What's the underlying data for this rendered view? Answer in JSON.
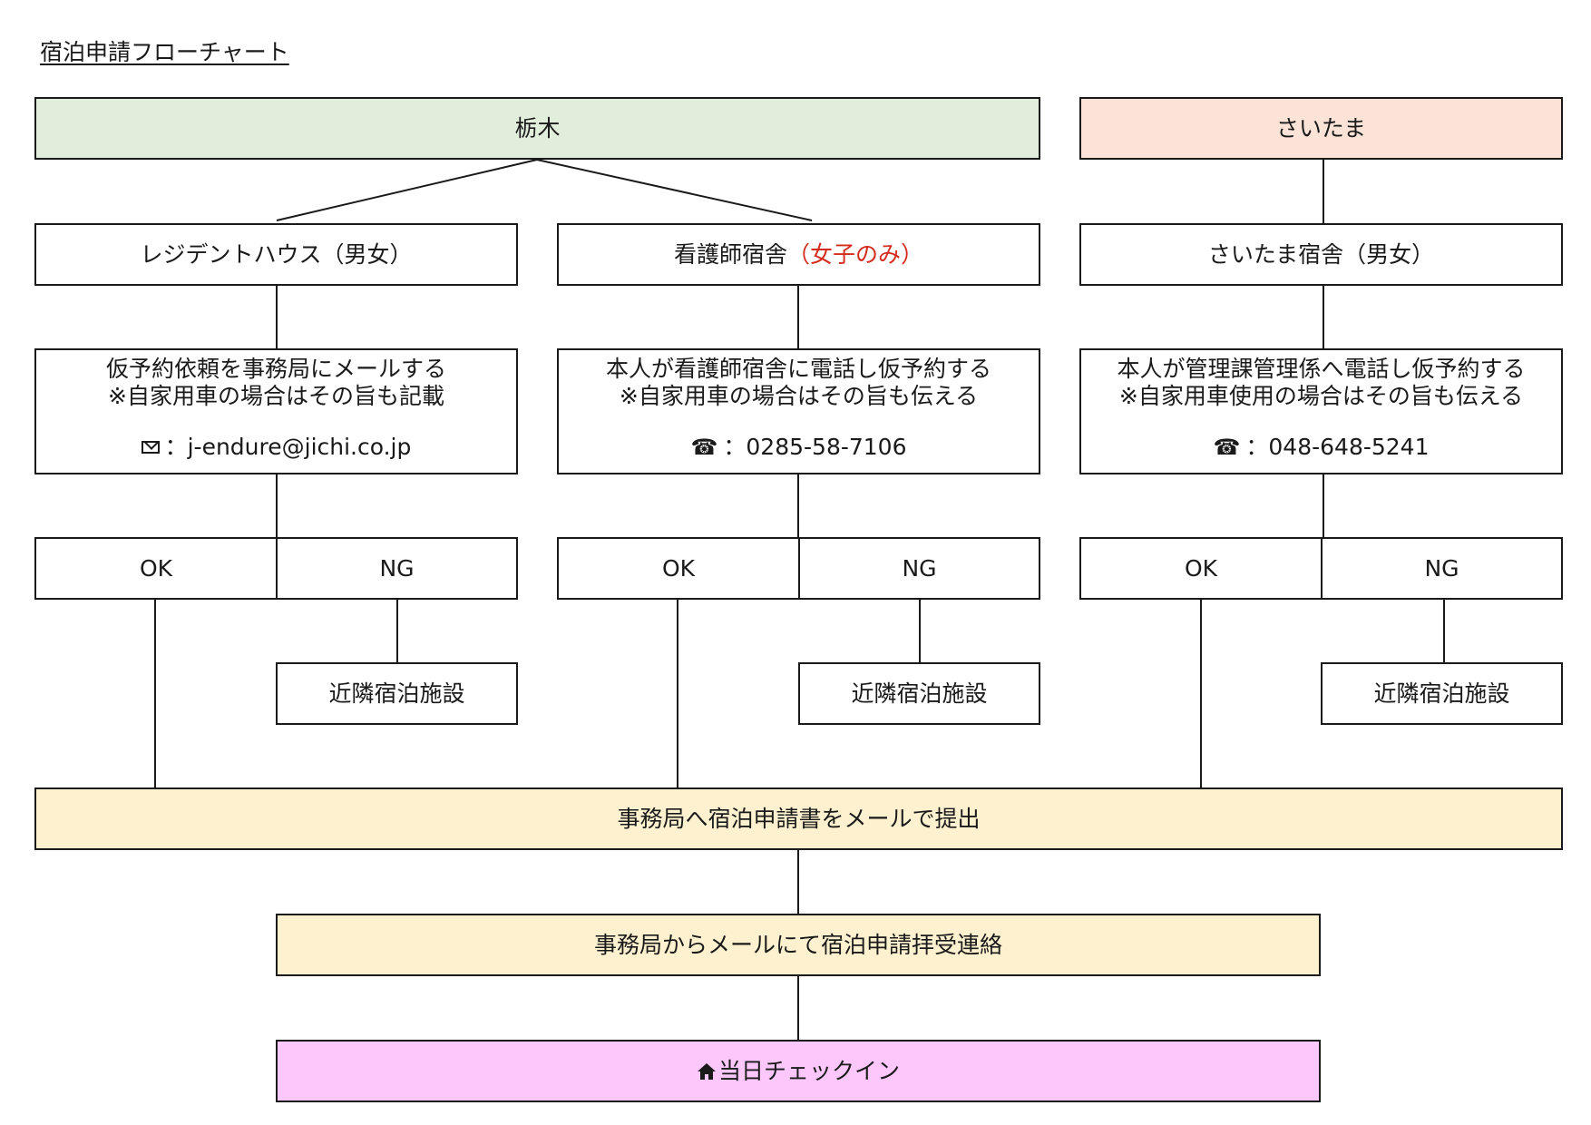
{
  "title": "宿泊申請フローチャート",
  "colors": {
    "tochigi": "#e2eedc",
    "saitama": "#fbe3d7",
    "submit": "#fdf1cf",
    "checkin": "#fcc8fc",
    "accent_red": "#d52b1e"
  },
  "regions": {
    "tochigi": "栃木",
    "saitama": "さいたま"
  },
  "facilities": {
    "resident": "レジデントハウス（男女）",
    "nurse_prefix": "看護師宿舎",
    "nurse_suffix": "（女子のみ）",
    "saitama": "さいたま宿舎（男女）"
  },
  "steps": {
    "resident": {
      "line1": "仮予約依頼を事務局にメールする",
      "line2": "※自家用車の場合はその旨も記載",
      "contact": "：j-endure@jichi.co.jp",
      "icon": "mail-icon"
    },
    "nurse": {
      "line1": "本人が看護師宿舎に電話し仮予約する",
      "line2": "※自家用車の場合はその旨も伝える",
      "contact": "：0285-58-7106",
      "icon": "phone-icon"
    },
    "saitama": {
      "line1": "本人が管理課管理係へ電話し仮予約する",
      "line2": "※自家用車使用の場合はその旨も伝える",
      "contact": "：048-648-5241",
      "icon": "phone-icon"
    }
  },
  "results": {
    "ok": "OK",
    "ng": "NG"
  },
  "nearby": "近隣宿泊施設",
  "submit": "事務局へ宿泊申請書をメールで提出",
  "confirm": "事務局からメールにて宿泊申請拝受連絡",
  "checkin": {
    "icon": "home-icon",
    "label": "当日チェックイン"
  }
}
